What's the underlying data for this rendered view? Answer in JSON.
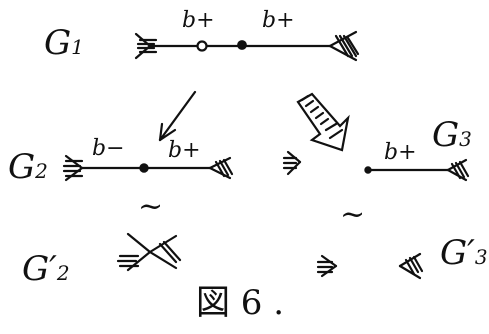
{
  "graphs": {
    "g1": {
      "name": "G",
      "sub": "1",
      "left_label": "b+",
      "right_label": "b+"
    },
    "g2": {
      "name": "G",
      "sub": "2",
      "left_label": "b−",
      "right_label": "b+"
    },
    "g3": {
      "name": "G",
      "sub": "3",
      "label": "b+"
    },
    "g2p": {
      "name": "G′",
      "sub": "2"
    },
    "g3p": {
      "name": "G′",
      "sub": "3"
    }
  },
  "relations": {
    "equiv": "~"
  },
  "caption": "図 6 ."
}
